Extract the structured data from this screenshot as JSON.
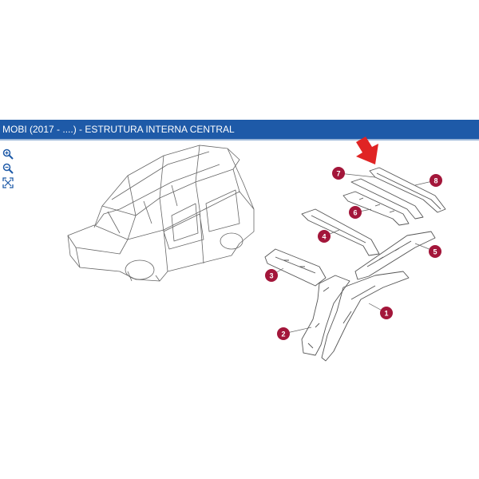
{
  "header": {
    "title": "MOBI (2017 - ....) - ESTRUTURA INTERNA CENTRAL"
  },
  "toolbar": {
    "icons": [
      "zoom-in-icon",
      "zoom-out-icon",
      "fit-to-screen-icon"
    ]
  },
  "diagram": {
    "callouts": [
      {
        "label": "1"
      },
      {
        "label": "2"
      },
      {
        "label": "3"
      },
      {
        "label": "4"
      },
      {
        "label": "5"
      },
      {
        "label": "6"
      },
      {
        "label": "7"
      },
      {
        "label": "8"
      }
    ],
    "colors": {
      "badge": "#a3163a",
      "arrow": "#e02424",
      "header": "#1e5aa8",
      "line": "#555555"
    }
  }
}
